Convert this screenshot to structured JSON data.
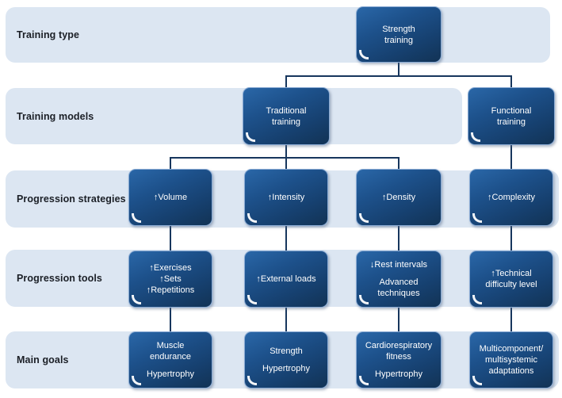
{
  "colors": {
    "band_fill": "#dce6f2",
    "node_fill_top": "#2a67a8",
    "node_fill_bottom": "#123355",
    "node_border": "#8aabd4",
    "node_text": "#ffffff",
    "connector": "#17365d",
    "row_label_text": "#1b1f26",
    "background": "#ffffff"
  },
  "rows": [
    {
      "label": "Training type"
    },
    {
      "label": "Training models"
    },
    {
      "label": "Progression strategies"
    },
    {
      "label": "Progression tools"
    },
    {
      "label": "Main goals"
    }
  ],
  "boxes": {
    "strength_training": {
      "lines": [
        "Strength",
        "training"
      ]
    },
    "traditional_training": {
      "lines": [
        "Traditional",
        "training"
      ]
    },
    "functional_training": {
      "lines": [
        "Functional",
        "training"
      ]
    },
    "volume": {
      "lines": [
        "↑Volume"
      ]
    },
    "intensity": {
      "lines": [
        "↑Intensity"
      ]
    },
    "density": {
      "lines": [
        "↑Density"
      ]
    },
    "complexity": {
      "lines": [
        "↑Complexity"
      ]
    },
    "exercises_sets_repetitions": {
      "lines": [
        "↑Exercises",
        "↑Sets",
        "↑Repetitions"
      ]
    },
    "external_loads": {
      "lines": [
        "↑External loads"
      ]
    },
    "rest_intervals_advanced": {
      "lines": [
        "↓Rest intervals",
        "Advanced",
        "techniques"
      ]
    },
    "technical_difficulty": {
      "lines": [
        "↑Technical",
        "difficulty level"
      ]
    },
    "muscle_endurance_hypertrophy": {
      "lines": [
        "Muscle",
        "endurance",
        "Hypertrophy"
      ]
    },
    "strength_hypertrophy": {
      "lines": [
        "Strength",
        "Hypertrophy"
      ]
    },
    "cardiorespiratory_hypertrophy": {
      "lines": [
        "Cardiorespiratory",
        "fitness",
        "Hypertrophy"
      ]
    },
    "multicomponent_adaptations": {
      "lines": [
        "Multicomponent/",
        "multisystemic",
        "adaptations"
      ]
    }
  }
}
